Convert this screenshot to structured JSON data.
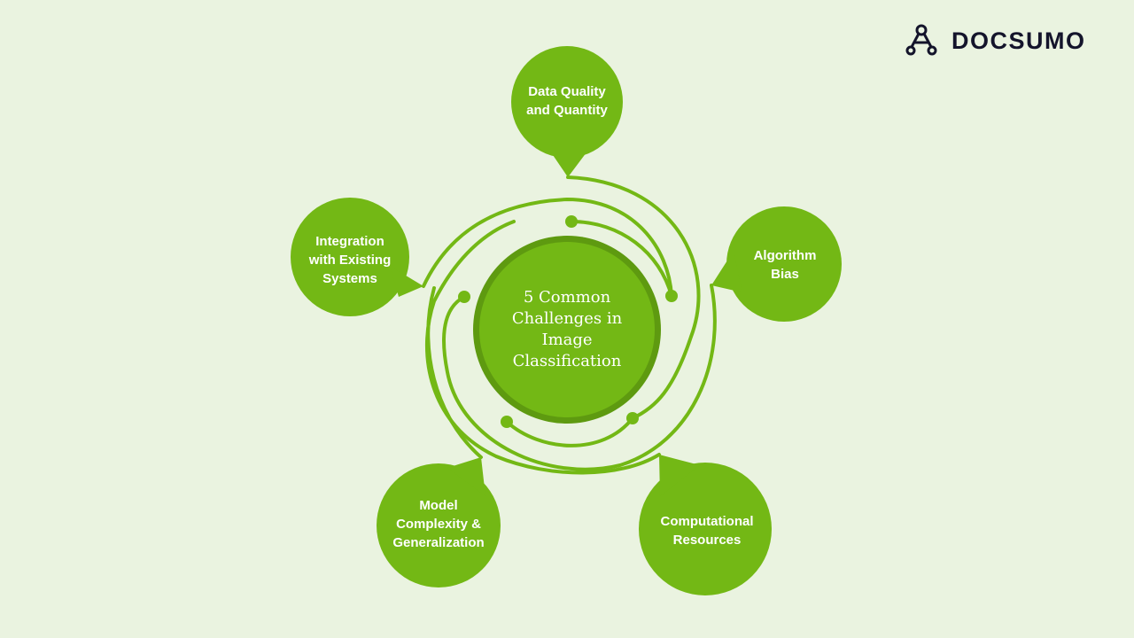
{
  "brand": {
    "name": "DOCSUMO",
    "logo_icon": "docsumo-logo-icon"
  },
  "center": {
    "title": "5 Common\nChallenges in\nImage\nClassification"
  },
  "challenges": [
    {
      "label": "Data Quality\nand Quantity"
    },
    {
      "label": "Algorithm\nBias"
    },
    {
      "label": "Computational\nResources"
    },
    {
      "label": "Model\nComplexity &\nGeneralization"
    },
    {
      "label": "Integration\nwith Existing\nSystems"
    }
  ],
  "colors": {
    "background": "#eaf3e0",
    "green": "#73b815",
    "dark_green": "#5e9a10",
    "brand_text": "#14142b"
  }
}
